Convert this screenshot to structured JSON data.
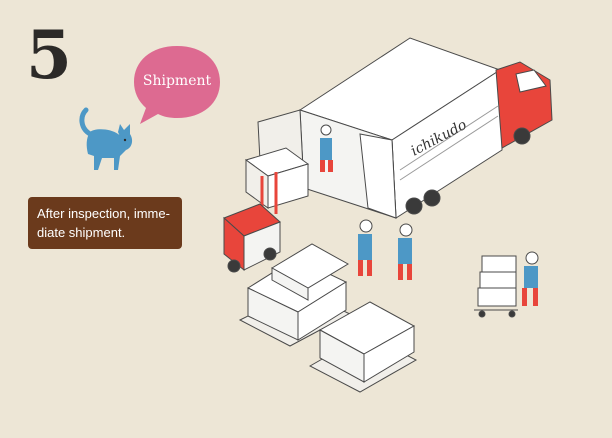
{
  "step": {
    "number": "5"
  },
  "bubble": {
    "label": "Shipment",
    "color": "#dd6a91"
  },
  "caption": {
    "line1": "After inspection, imme-",
    "line2": "diate shipment.",
    "background": "#6b3a1c"
  },
  "truck": {
    "logo_text": "ichikudo",
    "accent_color": "#e8453b"
  },
  "icons": [
    "cat-icon",
    "truck-icon",
    "forklift-icon",
    "worker-icon",
    "hand-truck-icon",
    "pallet-icon"
  ]
}
